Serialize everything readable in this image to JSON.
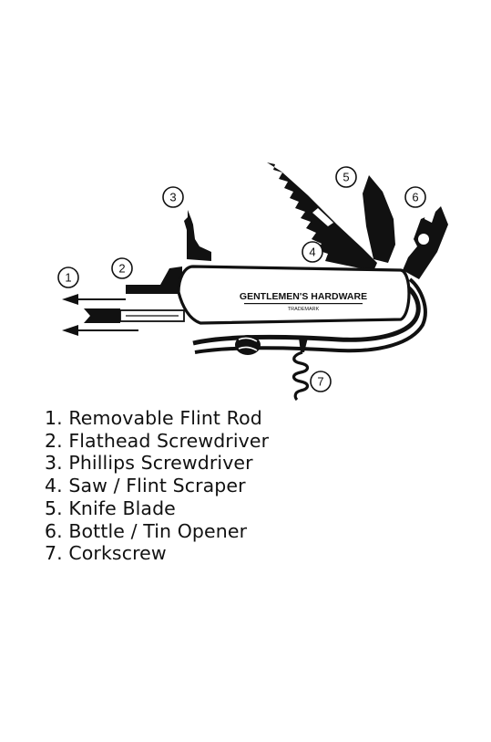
{
  "brand": {
    "name": "GENTLEMEN'S HARDWARE",
    "subtitle": "TRADEMARK"
  },
  "callouts": [
    "1",
    "2",
    "3",
    "4",
    "5",
    "6",
    "7"
  ],
  "legend": [
    "1. Removable Flint Rod",
    "2. Flathead Screwdriver",
    "3. Phillips Screwdriver",
    "4. Saw / Flint Scraper",
    "5. Knife Blade",
    "6. Bottle / Tin Opener",
    "7. Corkscrew"
  ],
  "colors": {
    "ink": "#111111",
    "background": "#ffffff"
  }
}
